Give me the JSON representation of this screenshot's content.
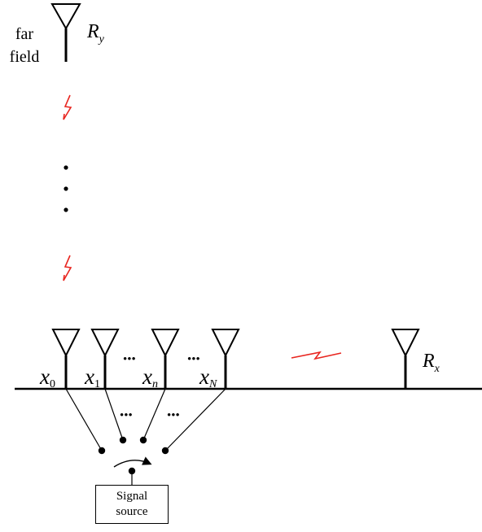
{
  "far_field_label": [
    "far",
    "field"
  ],
  "receivers": {
    "far": {
      "name": "R",
      "sub": "y"
    },
    "side": {
      "name": "R",
      "sub": "x"
    }
  },
  "elements": [
    {
      "name": "x",
      "sub": "0"
    },
    {
      "name": "x",
      "sub": "1"
    },
    {
      "name": "x",
      "sub": "n"
    },
    {
      "name": "x",
      "sub": "N"
    }
  ],
  "ellipsis": "•••",
  "signal_source": [
    "Signal",
    "source"
  ],
  "colors": {
    "line": "#000000",
    "link": "#e8251f"
  }
}
